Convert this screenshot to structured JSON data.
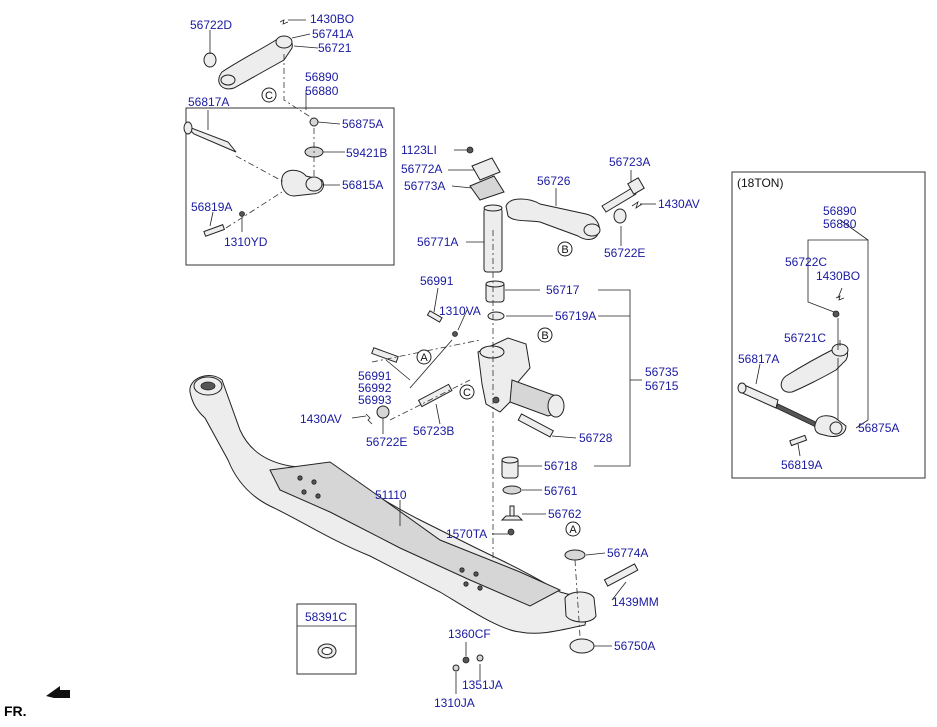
{
  "labels": {
    "p56722D": "56722D",
    "p1430BO_top": "1430BO",
    "p56741A": "56741A",
    "p56721": "56721",
    "p56890_l": "56890",
    "p56880_l": "56880",
    "p56817A_l": "56817A",
    "p56875A_l": "56875A",
    "p59421B": "59421B",
    "p56815A": "56815A",
    "p56819A_l": "56819A",
    "p1310YD": "1310YD",
    "p1123LI": "1123LI",
    "p56772A": "56772A",
    "p56773A": "56773A",
    "p56771A": "56771A",
    "p56726": "56726",
    "p56723A": "56723A",
    "p1430AV_r": "1430AV",
    "p56722E_r": "56722E",
    "p56991_top": "56991",
    "p1310VA": "1310VA",
    "p56717": "56717",
    "p56719A": "56719A",
    "p56735": "56735",
    "p56715": "56715",
    "p56991": "56991",
    "p56992": "56992",
    "p56993": "56993",
    "p1430AV_l": "1430AV",
    "p56722E_l": "56722E",
    "p56723B": "56723B",
    "p56728": "56728",
    "p56718": "56718",
    "p56761": "56761",
    "p51110": "51110",
    "p56762": "56762",
    "p1570TA": "1570TA",
    "p56774A": "56774A",
    "p1439MM": "1439MM",
    "p1360CF": "1360CF",
    "p56750A": "56750A",
    "p1351JA": "1351JA",
    "p1310JA": "1310JA",
    "p58391C": "58391C",
    "ton_title": "(18TON)",
    "p56890_r": "56890",
    "p56880_r": "56880",
    "p56722C": "56722C",
    "p1430BO_r": "1430BO",
    "p56721C": "56721C",
    "p56817A_r": "56817A",
    "p56875A_r": "56875A",
    "p56819A_r": "56819A",
    "fr": "FR."
  },
  "callouts": {
    "A": "A",
    "B": "B",
    "C": "C"
  }
}
